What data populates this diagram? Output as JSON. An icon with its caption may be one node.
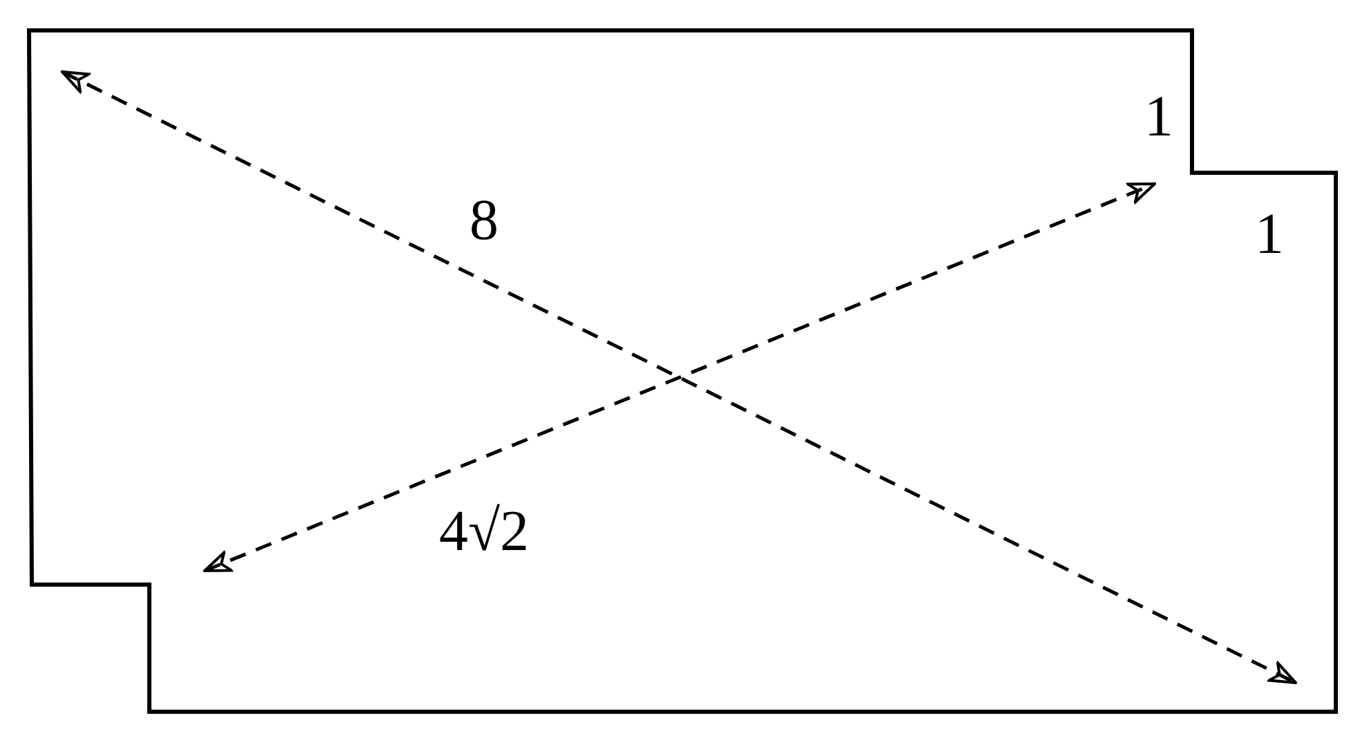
{
  "diagram": {
    "labels": [
      "1",
      "8",
      "1",
      "4√2"
    ]
  }
}
